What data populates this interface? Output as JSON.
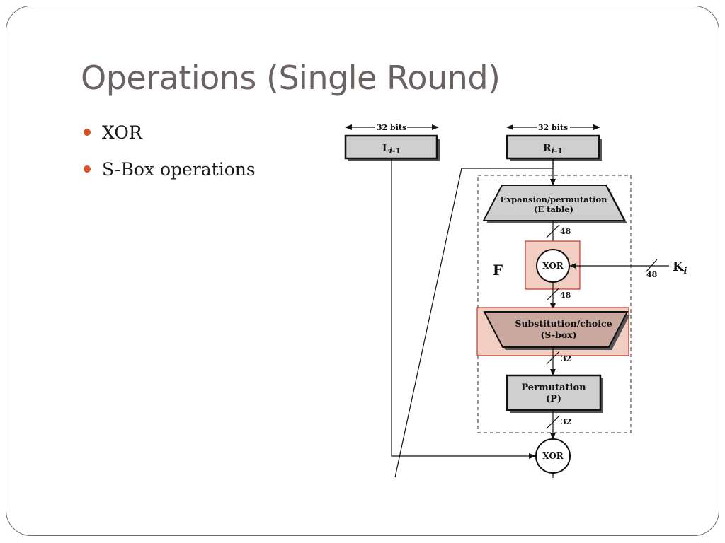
{
  "slide": {
    "title": "Operations (Single Round)",
    "bullets": [
      "XOR",
      "S-Box operations"
    ]
  },
  "diagram": {
    "left_width_label": "32 bits",
    "right_width_label": "32 bits",
    "left_half": {
      "main": "L",
      "sub": "i",
      "suffix": "-1"
    },
    "right_half": {
      "main": "R",
      "sub": "i",
      "suffix": "-1"
    },
    "function_label": "F",
    "expansion": {
      "line1": "Expansion/permutation",
      "line2": "(E table)"
    },
    "xor_inner": "XOR",
    "substitution": {
      "line1": "Substitution/choice",
      "line2": "(S-box)"
    },
    "permutation": {
      "line1": "Permutation",
      "line2": "(P)"
    },
    "xor_outer": "XOR",
    "key": {
      "main": "K",
      "sub": "i"
    },
    "bit_counts": {
      "after_expansion": "48",
      "key_in": "48",
      "after_xor": "48",
      "after_sbox": "32",
      "after_permutation": "32"
    },
    "colors": {
      "box_fill": "#cfcfcf",
      "highlight_fill": "#f2cdc2",
      "highlight_border": "#c0392b",
      "sbox_fill": "#c9a89f",
      "bullet": "#d3532c",
      "title": "#6b6361"
    }
  }
}
